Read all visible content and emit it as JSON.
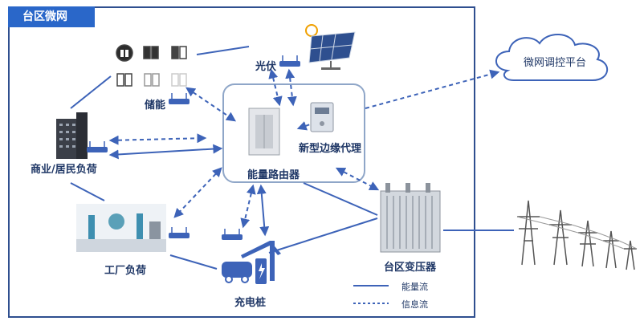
{
  "region": {
    "title": "台区微网"
  },
  "nodes": {
    "storage": "储能",
    "pv": "光伏",
    "load_commercial": "商业/居民负荷",
    "energy_router": "能量路由器",
    "edge_agent": "新型边缘代理",
    "factory": "工厂负荷",
    "charging": "充电桩",
    "transformer": "台区变压器",
    "platform": "微网调控平台"
  },
  "legend": {
    "energy_flow": "能量流",
    "info_flow": "信息流"
  },
  "colors": {
    "line": "#3d63b8",
    "frame": "#2f4f8f",
    "title_bg": "#2a67c9",
    "text": "#1f3766"
  }
}
